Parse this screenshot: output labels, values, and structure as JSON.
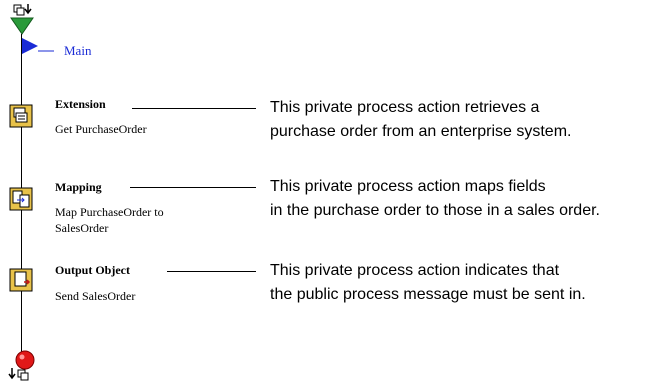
{
  "colors": {
    "start_arrow": "#2a9a3a",
    "main_flag": "#1a2bd6",
    "main_label": "#1a2bd6",
    "action_icon_bg": "#e8c24a",
    "end_ball": "#e01818"
  },
  "main_label": "Main",
  "actions": [
    {
      "title": "Extension",
      "subtitle": "Get PurchaseOrder",
      "icon": "extension-icon",
      "description_lines": [
        "This private process action retrieves a",
        "purchase order from an enterprise system."
      ]
    },
    {
      "title": "Mapping",
      "subtitle": "Map PurchaseOrder to SalesOrder",
      "subtitle_lines": [
        "Map PurchaseOrder to",
        "SalesOrder"
      ],
      "icon": "mapping-icon",
      "description_lines": [
        "This private process action maps fields",
        "in the purchase order to those in a sales order."
      ]
    },
    {
      "title": "Output Object",
      "subtitle": "Send SalesOrder",
      "icon": "output-object-icon",
      "description_lines": [
        "This private process action indicates that",
        "the public process message must be sent in."
      ]
    }
  ]
}
